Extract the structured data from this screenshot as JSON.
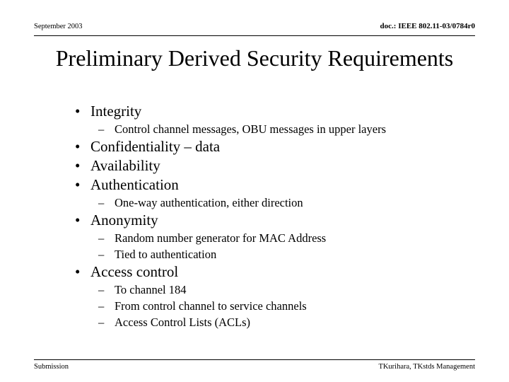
{
  "header": {
    "date": "September 2003",
    "doc_id": "doc.: IEEE 802.11-03/0784r0"
  },
  "title": "Preliminary Derived Security Requirements",
  "bullet_glyphs": {
    "level1": "•",
    "level2": "–"
  },
  "outline": [
    {
      "level": 1,
      "text": "Integrity"
    },
    {
      "level": 2,
      "text": "Control channel messages, OBU messages in upper layers"
    },
    {
      "level": 1,
      "text": "Confidentiality – data"
    },
    {
      "level": 1,
      "text": "Availability"
    },
    {
      "level": 1,
      "text": "Authentication"
    },
    {
      "level": 2,
      "text": "One-way authentication, either direction"
    },
    {
      "level": 1,
      "text": "Anonymity"
    },
    {
      "level": 2,
      "text": "Random number generator for MAC Address"
    },
    {
      "level": 2,
      "text": "Tied to authentication"
    },
    {
      "level": 1,
      "text": "Access control"
    },
    {
      "level": 2,
      "text": "To channel 184"
    },
    {
      "level": 2,
      "text": "From control channel to service channels"
    },
    {
      "level": 2,
      "text": "Access Control Lists (ACLs)"
    }
  ],
  "footer": {
    "left": "Submission",
    "right": "TKurihara, TKstds Management"
  },
  "colors": {
    "text": "#000000",
    "background": "#ffffff",
    "rule": "#000000"
  }
}
